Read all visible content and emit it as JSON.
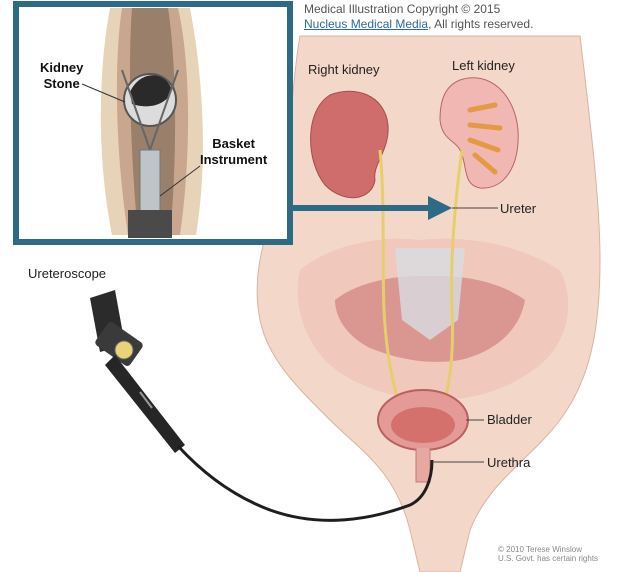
{
  "copyright": {
    "line1": "Medical Illustration Copyright © 2015",
    "link": "Nucleus Medical Media",
    "rest": ", All rights reserved."
  },
  "inset": {
    "kidney_stone_line1": "Kidney",
    "kidney_stone_line2": "Stone",
    "basket_line1": "Basket",
    "basket_line2": "Instrument"
  },
  "labels": {
    "right_kidney": "Right kidney",
    "left_kidney": "Left kidney",
    "ureter": "Ureter",
    "ureteroscope": "Ureteroscope",
    "bladder": "Bladder",
    "urethra": "Urethra"
  },
  "credit": {
    "line1": "© 2010 Terese Winslow",
    "line2": "U.S. Govt. has certain rights"
  },
  "colors": {
    "inset_frame": "#2d6a86",
    "skin": "#f2d3c4",
    "kidney": "#d26e6e",
    "ureter": "#e8cf6c"
  }
}
